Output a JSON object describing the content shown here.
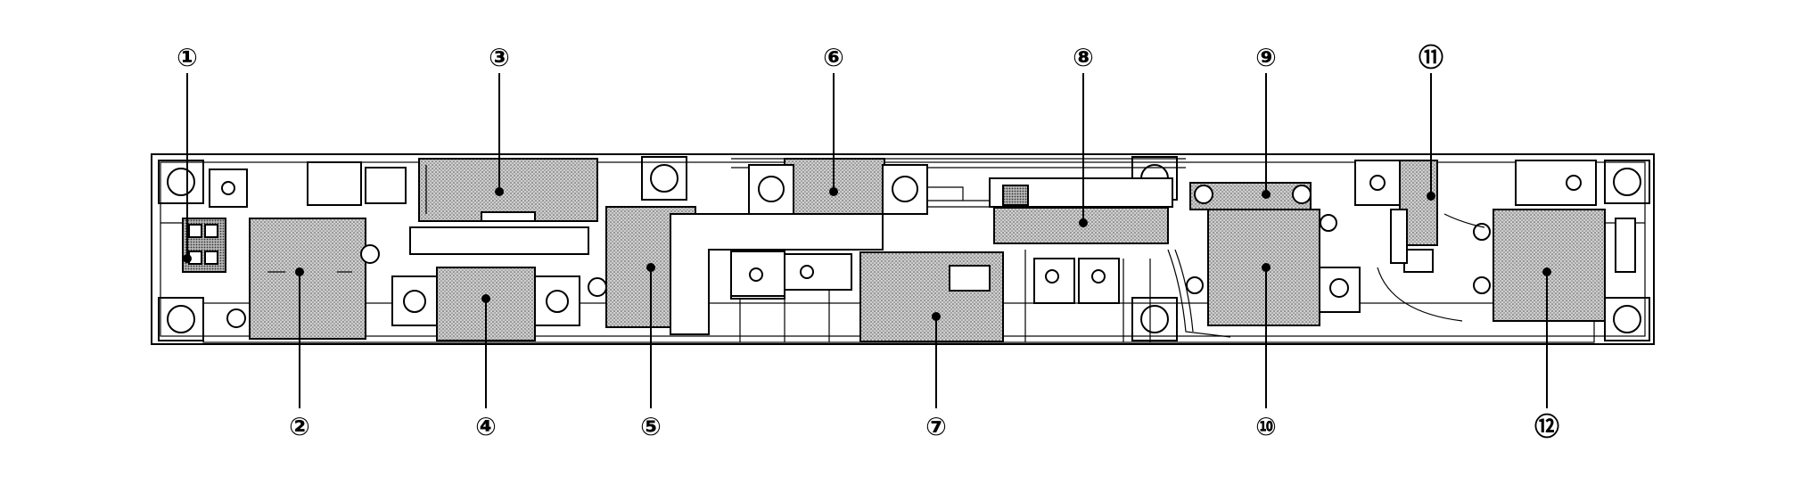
{
  "callouts": [
    {
      "id": 1,
      "label": "①"
    },
    {
      "id": 2,
      "label": "②"
    },
    {
      "id": 3,
      "label": "③"
    },
    {
      "id": 4,
      "label": "④"
    },
    {
      "id": 5,
      "label": "⑤"
    },
    {
      "id": 6,
      "label": "⑥"
    },
    {
      "id": 7,
      "label": "⑦"
    },
    {
      "id": 8,
      "label": "⑧"
    },
    {
      "id": 9,
      "label": "⑨"
    },
    {
      "id": 10,
      "label": "⑩"
    },
    {
      "id": 11,
      "label": "⑪"
    },
    {
      "id": 12,
      "label": "⑫"
    }
  ]
}
